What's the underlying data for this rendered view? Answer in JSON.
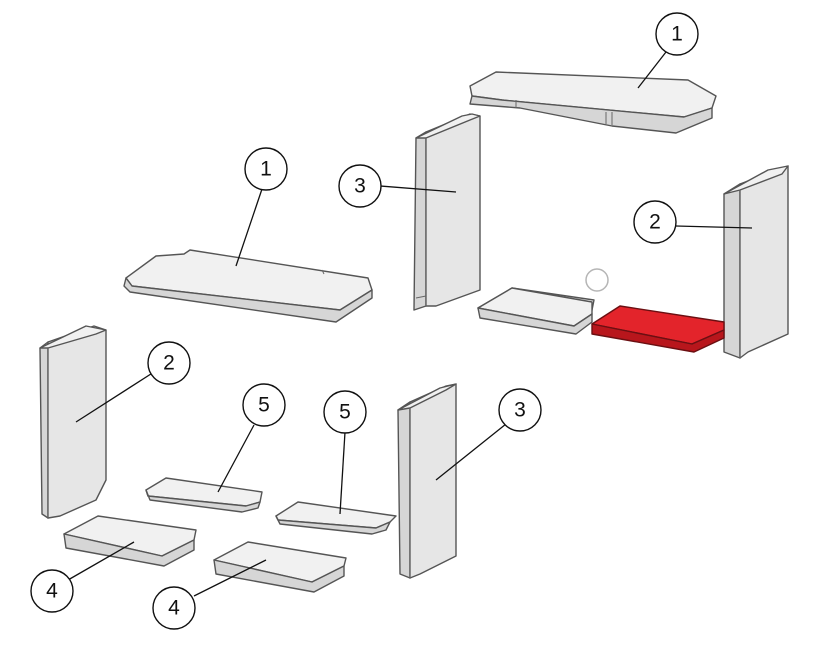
{
  "callouts": [
    {
      "id": "c1a",
      "label": "1"
    },
    {
      "id": "c1b",
      "label": "1"
    },
    {
      "id": "c2a",
      "label": "2"
    },
    {
      "id": "c2b",
      "label": "2"
    },
    {
      "id": "c3a",
      "label": "3"
    },
    {
      "id": "c3b",
      "label": "3"
    },
    {
      "id": "c4a",
      "label": "4"
    },
    {
      "id": "c4b",
      "label": "4"
    },
    {
      "id": "c5a",
      "label": "5"
    },
    {
      "id": "c5b",
      "label": "5"
    }
  ],
  "colors": {
    "highlight": "#e3242b",
    "part_fill": "#e6e6e6",
    "outline": "#555555"
  }
}
